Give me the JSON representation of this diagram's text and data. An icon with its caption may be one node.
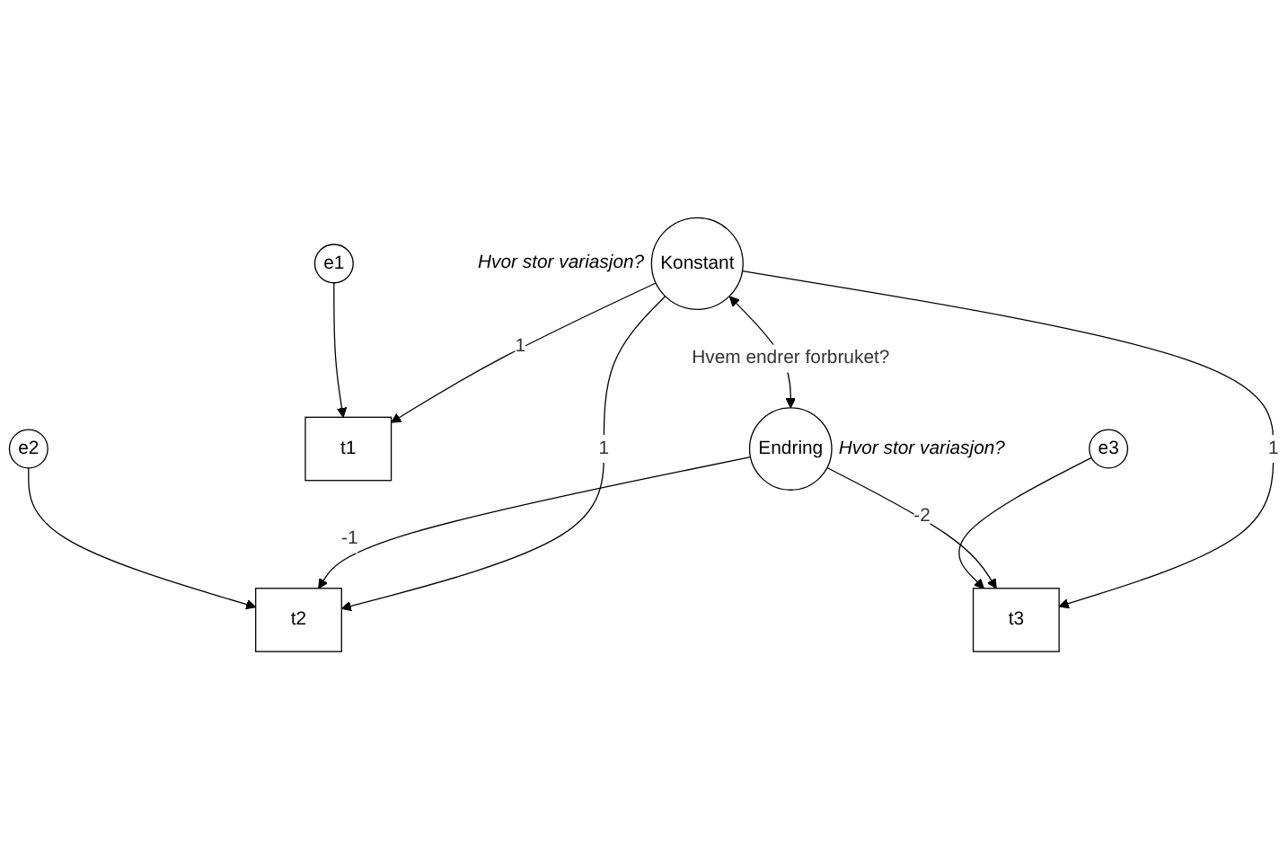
{
  "diagram": {
    "nodes": [
      {
        "text": [
          "Konstant"
        ],
        "beside": [
          "Hvor stor variasjon?"
        ]
      },
      {
        "text": [
          "Endring"
        ],
        "beside": [
          "Hvor stor variasjon?"
        ]
      },
      {
        "text": [
          "t1"
        ]
      },
      {
        "text": [
          "t2"
        ]
      },
      {
        "text": [
          "t3"
        ]
      },
      {
        "text": [
          "e1"
        ]
      },
      {
        "text": [
          "e2"
        ]
      },
      {
        "text": [
          "e3"
        ]
      }
    ],
    "edges": [
      {
        "from": 0,
        "to": 1,
        "arrow": "both",
        "label": "Hvem endrer forbruket?"
      },
      {
        "from": 0,
        "to": 2,
        "arrow": "to",
        "label": "1"
      },
      {
        "from": 0,
        "to": 3,
        "arrow": "to",
        "label": "1"
      },
      {
        "from": 0,
        "to": 4,
        "arrow": "to",
        "label": "1"
      },
      {
        "from": 1,
        "to": 3,
        "arrow": "to",
        "label": "-1"
      },
      {
        "from": 1,
        "to": 4,
        "arrow": "to",
        "label": "-2"
      },
      {
        "from": 5,
        "to": 2,
        "arrow": "to"
      },
      {
        "from": 6,
        "to": 3,
        "arrow": "to"
      },
      {
        "from": 7,
        "to": 4,
        "arrow": "to"
      }
    ]
  }
}
